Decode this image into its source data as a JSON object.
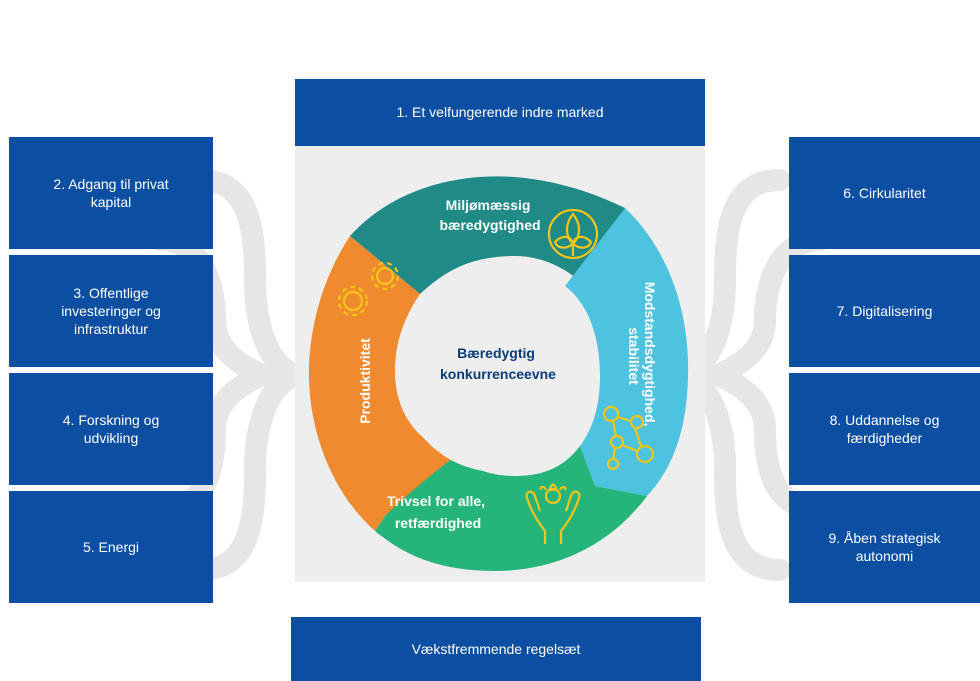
{
  "top_box": "1. Et velfungerende indre marked",
  "bottom_box": "Vækstfremmende regelsæt",
  "left_boxes": [
    {
      "lines": [
        "2. Adgang til privat",
        "kapital"
      ]
    },
    {
      "lines": [
        "3. Offentlige",
        "investeringer og",
        "infrastruktur"
      ]
    },
    {
      "lines": [
        "4. Forskning og",
        "udvikling"
      ]
    },
    {
      "lines": [
        "5. Energi"
      ]
    }
  ],
  "right_boxes": [
    {
      "lines": [
        "6. Cirkularitet"
      ]
    },
    {
      "lines": [
        "7. Digitalisering"
      ]
    },
    {
      "lines": [
        "8. Uddannelse og",
        "færdigheder"
      ]
    },
    {
      "lines": [
        "9. Åben strategisk",
        "autonomi"
      ]
    }
  ],
  "wheel": {
    "center": [
      "Bæredygtig",
      "konkurrenceevne"
    ],
    "segments": [
      {
        "lines": [
          "Miljømæssig",
          "bæredygtighed"
        ],
        "color": "#1f8a86",
        "icon": "leaf-ring-icon"
      },
      {
        "lines": [
          "Modstandsdygtighed,",
          "stabilitet"
        ],
        "color": "#4dc3e0",
        "icon": "network-nodes-icon"
      },
      {
        "lines": [
          "Trivsel for alle,",
          "retfærdighed"
        ],
        "color": "#25b57a",
        "icon": "hands-flower-icon"
      },
      {
        "lines": [
          "Produktivitet"
        ],
        "color": "#ef8a2e",
        "icon": "gears-icon"
      }
    ]
  },
  "colors": {
    "box": "#0b4ea2",
    "panel": "#eeeeee",
    "braces": "#e6e6e6",
    "icon": "#f5c518",
    "center_text": "#0b3c7a"
  }
}
